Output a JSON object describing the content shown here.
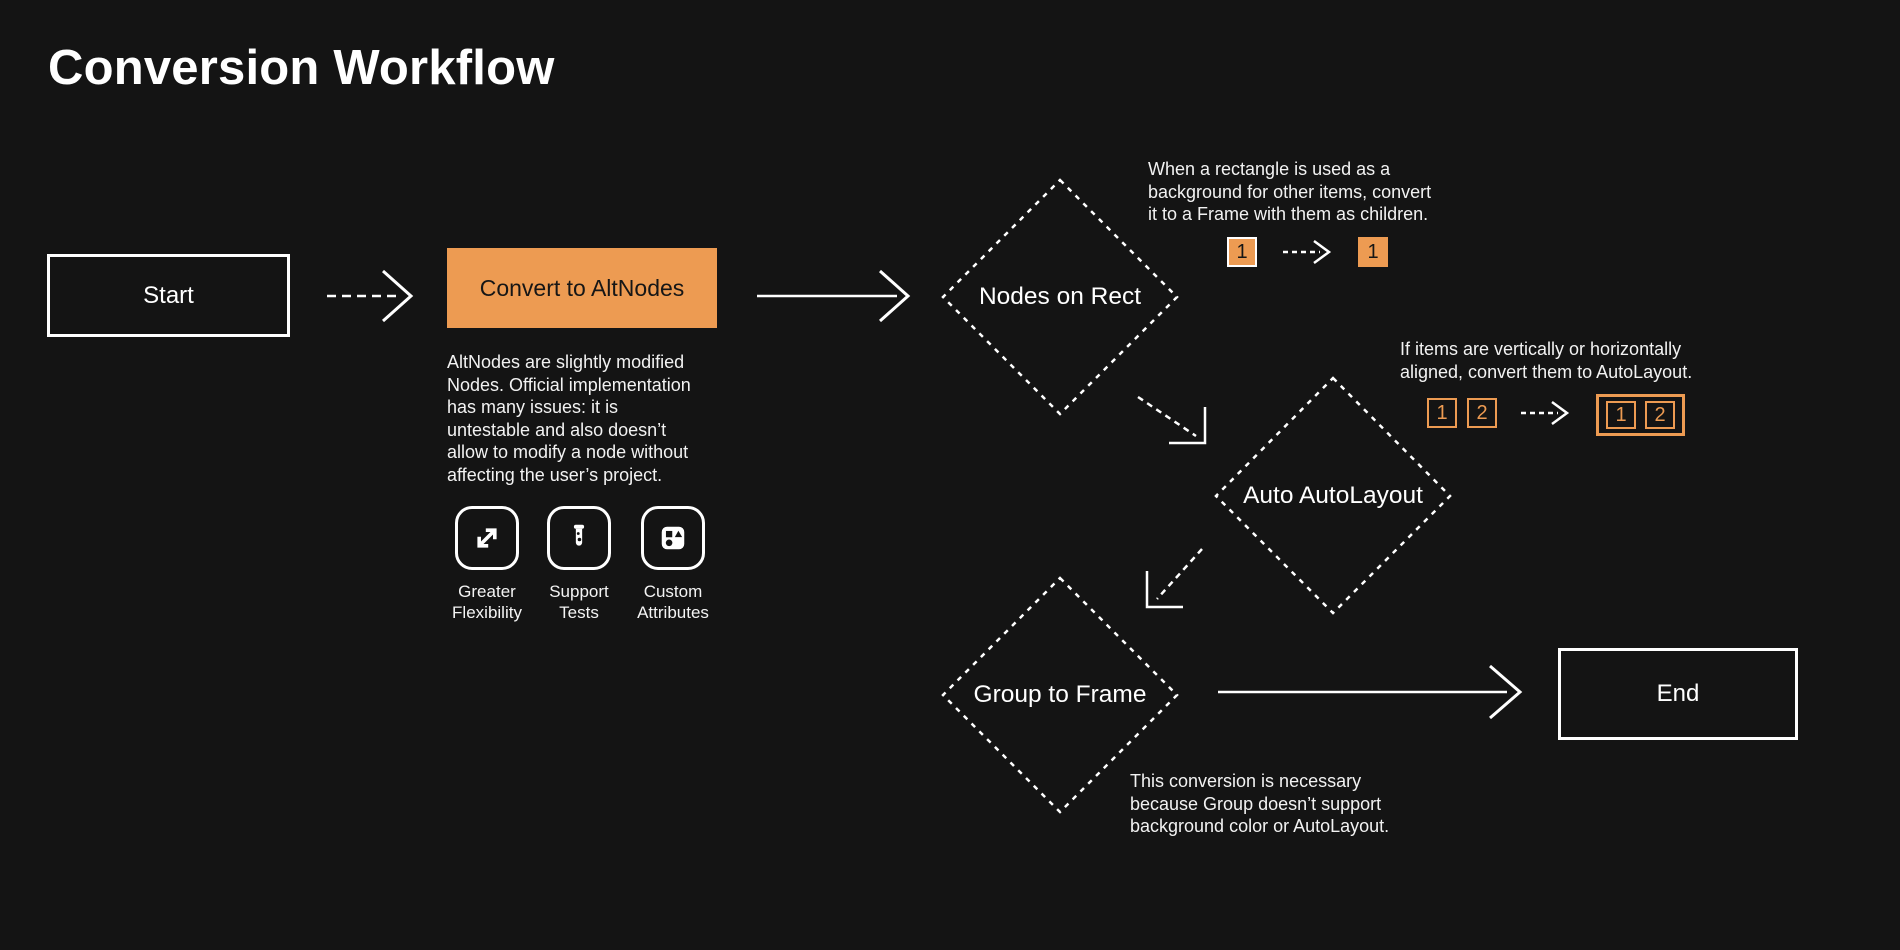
{
  "title": "Conversion Workflow",
  "colors": {
    "background": "#141414",
    "accent_orange": "#ED9B52",
    "line_white": "#FFFFFF",
    "text": "#F4F4F4"
  },
  "nodes": {
    "start": {
      "label": "Start"
    },
    "convert": {
      "label": "Convert to AltNodes",
      "description": "AltNodes are slightly modified\nNodes. Official implementation\nhas many issues: it is\nuntestable and also doesn’t\nallow to modify a node without\naffecting the user’s project.",
      "features": [
        {
          "icon": "expand-arrows-icon",
          "label": "Greater\nFlexibility"
        },
        {
          "icon": "test-tube-icon",
          "label": "Support\nTests"
        },
        {
          "icon": "shapes-icon",
          "label": "Custom\nAttributes"
        }
      ]
    },
    "nodes_on_rect": {
      "label": "Nodes on Rect",
      "note": "When a rectangle is used as a\nbackground for other items, convert\nit to a Frame with them as children.",
      "before": "1",
      "after": "1"
    },
    "auto_autolayout": {
      "label": "Auto AutoLayout",
      "note": "If items are vertically or horizontally\naligned, convert them to AutoLayout.",
      "before": [
        "1",
        "2"
      ],
      "after": [
        "1",
        "2"
      ]
    },
    "group_to_frame": {
      "label": "Group to Frame",
      "note": "This conversion is necessary\nbecause Group doesn’t support\nbackground color or AutoLayout."
    },
    "end": {
      "label": "End"
    }
  }
}
